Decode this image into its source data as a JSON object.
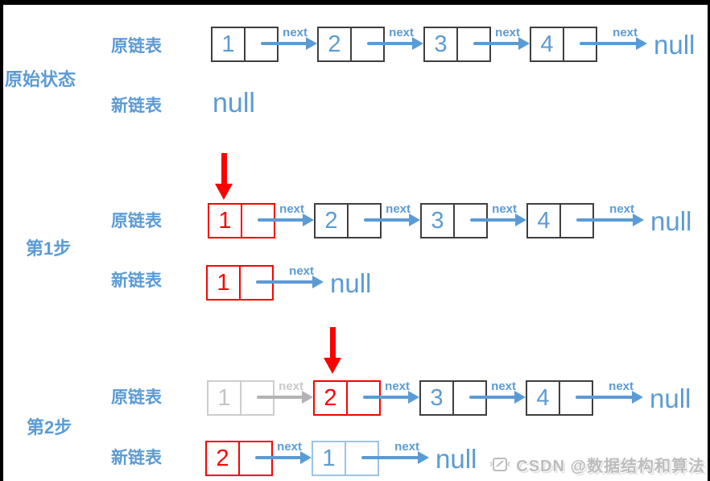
{
  "colors": {
    "blue": "#5B9BD5",
    "red": "#F80400",
    "gray": "#C4C4C4",
    "light_blue_border": "#9DC3E6",
    "dark_border": "#3F3F3F"
  },
  "labels": {
    "orig_state": "原始状态",
    "step1": "第1步",
    "step2": "第2步",
    "orig_list": "原链表",
    "new_list": "新链表",
    "next": "next",
    "null_label": "null"
  },
  "sections": [
    {
      "name": "原始状态",
      "orig_row": {
        "label": "原链表",
        "nodes": [
          {
            "value": "1",
            "state": "normal"
          },
          {
            "value": "2",
            "state": "normal"
          },
          {
            "value": "3",
            "state": "normal"
          },
          {
            "value": "4",
            "state": "normal"
          }
        ],
        "tail": "null"
      },
      "new_row": {
        "label": "新链表",
        "value": "null"
      }
    },
    {
      "name": "第1步",
      "orig_row": {
        "label": "原链表",
        "nodes": [
          {
            "value": "1",
            "state": "current"
          },
          {
            "value": "2",
            "state": "normal"
          },
          {
            "value": "3",
            "state": "normal"
          },
          {
            "value": "4",
            "state": "normal"
          }
        ],
        "tail": "null"
      },
      "new_row": {
        "label": "新链表",
        "nodes": [
          {
            "value": "1",
            "state": "current"
          }
        ],
        "tail": "null"
      }
    },
    {
      "name": "第2步",
      "orig_row": {
        "label": "原链表",
        "nodes": [
          {
            "value": "1",
            "state": "visited"
          },
          {
            "value": "2",
            "state": "current"
          },
          {
            "value": "3",
            "state": "normal"
          },
          {
            "value": "4",
            "state": "normal"
          }
        ],
        "tail": "null"
      },
      "new_row": {
        "label": "新链表",
        "nodes": [
          {
            "value": "2",
            "state": "current"
          },
          {
            "value": "1",
            "state": "moved"
          }
        ],
        "tail": "null"
      }
    }
  ],
  "watermark": {
    "text": "CSDN @数据结构和算法"
  }
}
